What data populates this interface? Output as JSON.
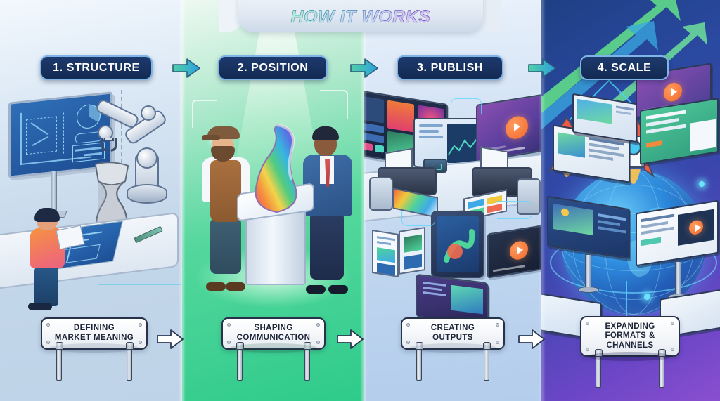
{
  "header": {
    "title": "HOW IT WORKS",
    "title_gradient_start": "#3fc9a8",
    "title_gradient_end": "#9a6fe2"
  },
  "badge_color": "#16305e",
  "badge_border_color": "#7fb4e8",
  "steps": [
    {
      "number": "1",
      "badge_label": "1. STRUCTURE",
      "caption": "DEFINING\nMARKET MEANING",
      "caption_line1": "DEFINING",
      "caption_line2": "MARKET MEANING",
      "caption_line3": "",
      "panel_color": "#c4d7ea",
      "scene": "engineer reviewing blueprint screen with robotic arm shaping a sculpture"
    },
    {
      "number": "2",
      "badge_label": "2. POSITION",
      "caption": "SHAPING\nCOMMUNICATION",
      "caption_line1": "SHAPING",
      "caption_line2": "COMMUNICATION",
      "caption_line3": "",
      "panel_color": "#2ecb8b",
      "scene": "craftsman and businessman presenting a colorful sculpture on a pedestal under a spotlight"
    },
    {
      "number": "3",
      "badge_label": "3. PUBLISH",
      "caption": "CREATING\nOUTPUTS",
      "caption_line1": "CREATING",
      "caption_line2": "OUTPUTS",
      "caption_line3": "",
      "panel_color": "#bdd4ee",
      "scene": "monitors, tablets, printers and brochures publishing content"
    },
    {
      "number": "4",
      "badge_label": "4. SCALE",
      "caption": "EXPANDING\nFORMATS &\nCHANNELS",
      "caption_line1": "EXPANDING",
      "caption_line2": "FORMATS &",
      "caption_line3": "CHANNELS",
      "panel_color": "#5a46bd",
      "scene": "rockets launching past billboards around a glowing globe with rising green arrows"
    }
  ],
  "arrows": {
    "header_arrow_icon": "arrow-right-gradient",
    "footer_arrow_icon": "arrow-right-white",
    "header_arrow_gradient_start": "#4fd1a5",
    "header_arrow_gradient_end": "#2d9fe0",
    "footer_arrow_fill": "#ffffff",
    "footer_arrow_stroke": "#2b3753"
  }
}
